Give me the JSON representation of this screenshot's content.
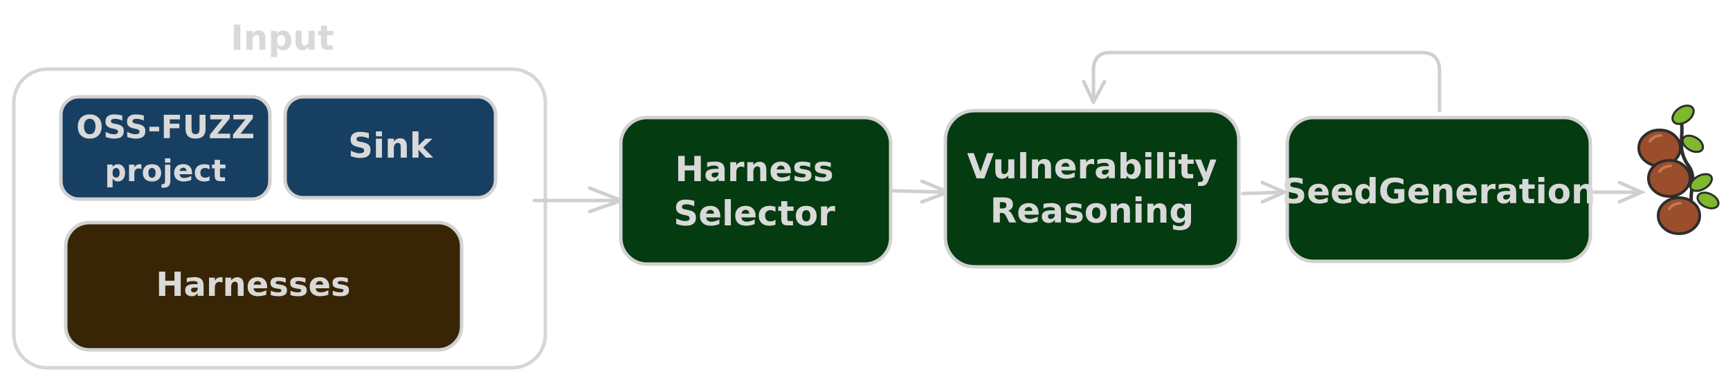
{
  "input_group": {
    "title": "Input",
    "oss_fuzz": {
      "line1": "OSS-FUZZ",
      "line2": "project",
      "color": "#173f61"
    },
    "sink": {
      "label": "Sink",
      "color": "#173f61"
    },
    "harnesses": {
      "label": "Harnesses",
      "color": "#372505"
    }
  },
  "pipeline": {
    "harness_selector": {
      "line1": "Harness",
      "line2": "Selector",
      "color": "#053b10"
    },
    "vulnerability_reasoning": {
      "line1": "Vulnerability",
      "line2": "Reasoning",
      "color": "#053b10"
    },
    "seed_generation": {
      "label": "SeedGeneration",
      "color": "#053b10"
    }
  },
  "output_icon": "seeds-icon",
  "colors": {
    "text": "#d9d9d9",
    "box_stroke": "#d2d2d2",
    "arrow": "#cfcfcf",
    "seed": "#9b4e2c",
    "leaf": "#7fb82f"
  }
}
